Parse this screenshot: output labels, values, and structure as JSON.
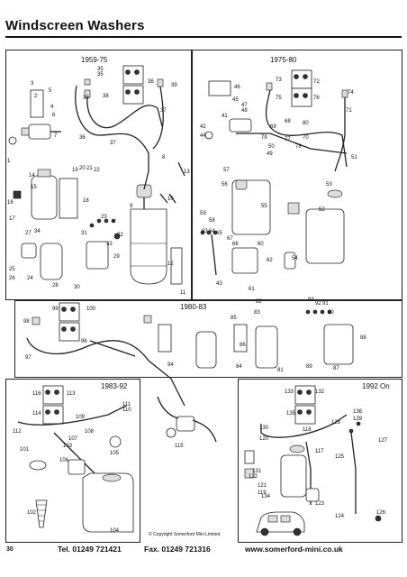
{
  "page": {
    "title": "Windscreen Washers",
    "page_number": "30",
    "copyright": "© Copyright Somerford Mini Limited",
    "footer": {
      "tel": "Tel. 01249 721421",
      "fax": "Fax. 01249 721316",
      "web": "www.somerford-mini.co.uk"
    }
  },
  "eras": [
    "1959-75",
    "1975-80",
    "1980-83",
    "1983-92",
    "1992 On"
  ],
  "callouts": {
    "p1959": [
      "1",
      "2",
      "3",
      "4",
      "5",
      "6",
      "7",
      "8",
      "9",
      "10",
      "11",
      "12",
      "13",
      "14",
      "15",
      "16",
      "17",
      "18",
      "19",
      "20",
      "21",
      "22",
      "23",
      "24",
      "25",
      "26",
      "27",
      "28",
      "29",
      "30",
      "31",
      "32",
      "33",
      "34",
      "35",
      "36",
      "37",
      "38",
      "39",
      "35",
      "36",
      "37",
      "38",
      "26",
      "17"
    ],
    "p1975": [
      "41",
      "42",
      "43",
      "44",
      "45",
      "46",
      "47",
      "48",
      "49",
      "50",
      "51",
      "52",
      "53",
      "54",
      "55",
      "56",
      "57",
      "58",
      "59",
      "60",
      "61",
      "62",
      "63",
      "64",
      "65",
      "66",
      "67",
      "68",
      "69",
      "70",
      "71",
      "72",
      "73",
      "74",
      "75",
      "76",
      "77",
      "78",
      "79",
      "80"
    ],
    "p1980": [
      "81",
      "82",
      "83",
      "84",
      "85",
      "86",
      "87",
      "88",
      "89",
      "90",
      "91",
      "92",
      "93",
      "94",
      "95",
      "96",
      "97",
      "98",
      "99",
      "100"
    ],
    "p1983": [
      "101",
      "102",
      "103",
      "104",
      "105",
      "106",
      "107",
      "108",
      "109",
      "110",
      "111",
      "112",
      "113",
      "114",
      "115",
      "116"
    ],
    "p1992": [
      "117",
      "118",
      "119",
      "120",
      "121",
      "122",
      "123",
      "124",
      "125",
      "126",
      "127",
      "128",
      "129",
      "130",
      "131",
      "132",
      "133",
      "134",
      "135",
      "136"
    ]
  }
}
